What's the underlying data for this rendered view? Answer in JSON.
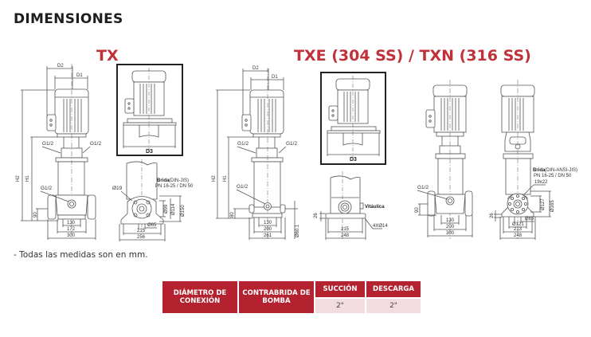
{
  "page": {
    "title": "DIMENSIONES",
    "note": "- Todas las medidas son en mm."
  },
  "models": {
    "tx": "TX",
    "txe_txn": "TXE (304 SS) / TXN (316 SS)"
  },
  "colors": {
    "accent_red": "#c0313a",
    "table_header": "#b3222e",
    "table_value_bg": "#f2dcdf",
    "line": "#555555"
  },
  "drawings": {
    "tx_front": {
      "labels": {
        "d1": "D1",
        "d2": "D2",
        "h1": "H1",
        "h2": "H2",
        "g_left": "G1/2",
        "g_right": "G1/2",
        "g_bottom": "G1/2"
      },
      "dims": {
        "height_90": "90",
        "w130": "130",
        "w172": "172",
        "w300": "300"
      }
    },
    "tx_detail_box": {
      "label": "D3"
    },
    "tx_side": {
      "flange_title": "Brida",
      "flange_std": "(DIN-JIS)",
      "flange_spec": "PN 16-25 / DN 50",
      "dims": {
        "d19": "Ø19",
        "d99": "Ø99",
        "d114": "Ø114",
        "d150": "Ø150",
        "d65": "Ø65",
        "w215": "215",
        "w256": "256"
      }
    },
    "txe_front": {
      "labels": {
        "d1": "D1",
        "d2": "D2",
        "h1": "H1",
        "h2": "H2",
        "g_left": "G1/2",
        "g_right": "G1/2",
        "g_bottom": "G1/2"
      },
      "dims": {
        "height_80": "80",
        "w130": "130",
        "w200": "200",
        "w261": "261",
        "d60": "Ø60.1"
      }
    },
    "txe_detail_box": {
      "label": "D3"
    },
    "txe_side": {
      "connection": "Vitáulica",
      "dims": {
        "h26": "26",
        "holes": "4XØ14",
        "w215": "215",
        "w248": "248"
      }
    },
    "txn_front": {
      "labels": {
        "g_bottom": "G1/2"
      },
      "dims": {
        "height_90": "90",
        "w130": "130",
        "w200": "200",
        "w300": "300"
      }
    },
    "txn_side": {
      "flange_title": "Brida",
      "flange_std": "(DIN-ANSI-JIS)",
      "flange_spec": "PN 16-25 / DN 50",
      "dims": {
        "h26": "26",
        "holes": "19x22",
        "d127": "Ø127",
        "d165": "Ø165",
        "d65": "Ø65",
        "d121": "Ø121",
        "w213": "213",
        "w248": "248"
      }
    }
  },
  "table": {
    "headers": {
      "diametro": [
        "DIÁMETRO DE",
        "CONEXIÓN"
      ],
      "contrabrida": [
        "CONTRABRIDA DE",
        "BOMBA"
      ],
      "succion": "SUCCIÓN",
      "descarga": "DESCARGA"
    },
    "values": {
      "succion": "2\"",
      "descarga": "2\""
    }
  }
}
